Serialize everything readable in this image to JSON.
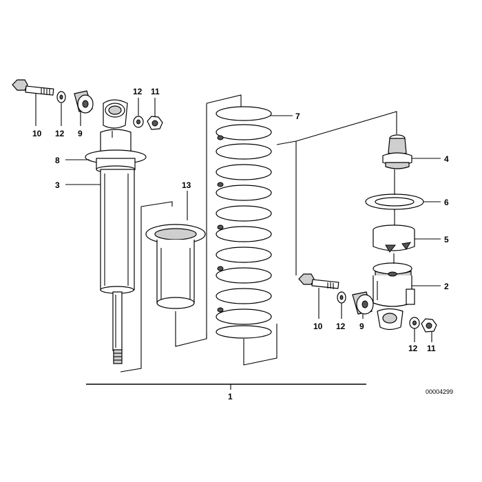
{
  "diagram": {
    "callouts": {
      "c10_left": "10",
      "c12_left": "12",
      "c9_left": "9",
      "c12_top": "12",
      "c11_top": "11",
      "c8": "8",
      "c3": "3",
      "c13": "13",
      "c7": "7",
      "c4": "4",
      "c6": "6",
      "c5": "5",
      "c2": "2",
      "c10_right": "10",
      "c12_right": "12",
      "c9_right": "9",
      "c12_bottom": "12",
      "c11_bottom": "11",
      "c1": "1"
    },
    "reference_number": "00004299"
  }
}
